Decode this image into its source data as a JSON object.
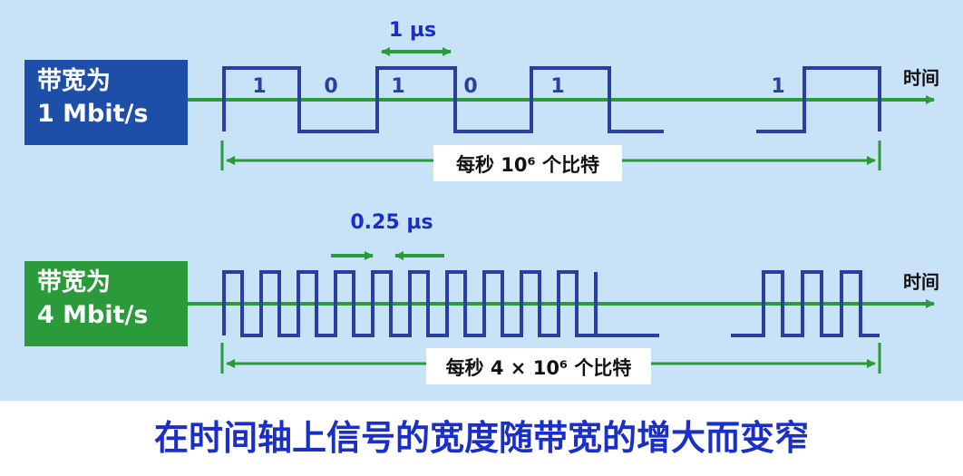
{
  "panel_top": {
    "badge_line1": "带宽为",
    "badge_line2": "1 Mbit/s",
    "bits": [
      "1",
      "0",
      "1",
      "0",
      "1",
      "1"
    ],
    "duration_label": "1 µs",
    "axis_label": "时间",
    "span_label": "每秒 10⁶ 个比特"
  },
  "panel_bottom": {
    "badge_line1": "带宽为",
    "badge_line2": "4 Mbit/s",
    "duration_label": "0.25 µs",
    "axis_label": "时间",
    "span_label": "每秒 4 × 10⁶ 个比特"
  },
  "caption": "在时间轴上信号的宽度随带宽的增大而变窄",
  "colors": {
    "panel_bg": "#c8e3f8",
    "signal": "#2a3fa0",
    "axis": "#2a9a3a",
    "badge_top": "#1e4fa8",
    "badge_bottom": "#2a9a3a",
    "caption": "#1a2ec8"
  }
}
